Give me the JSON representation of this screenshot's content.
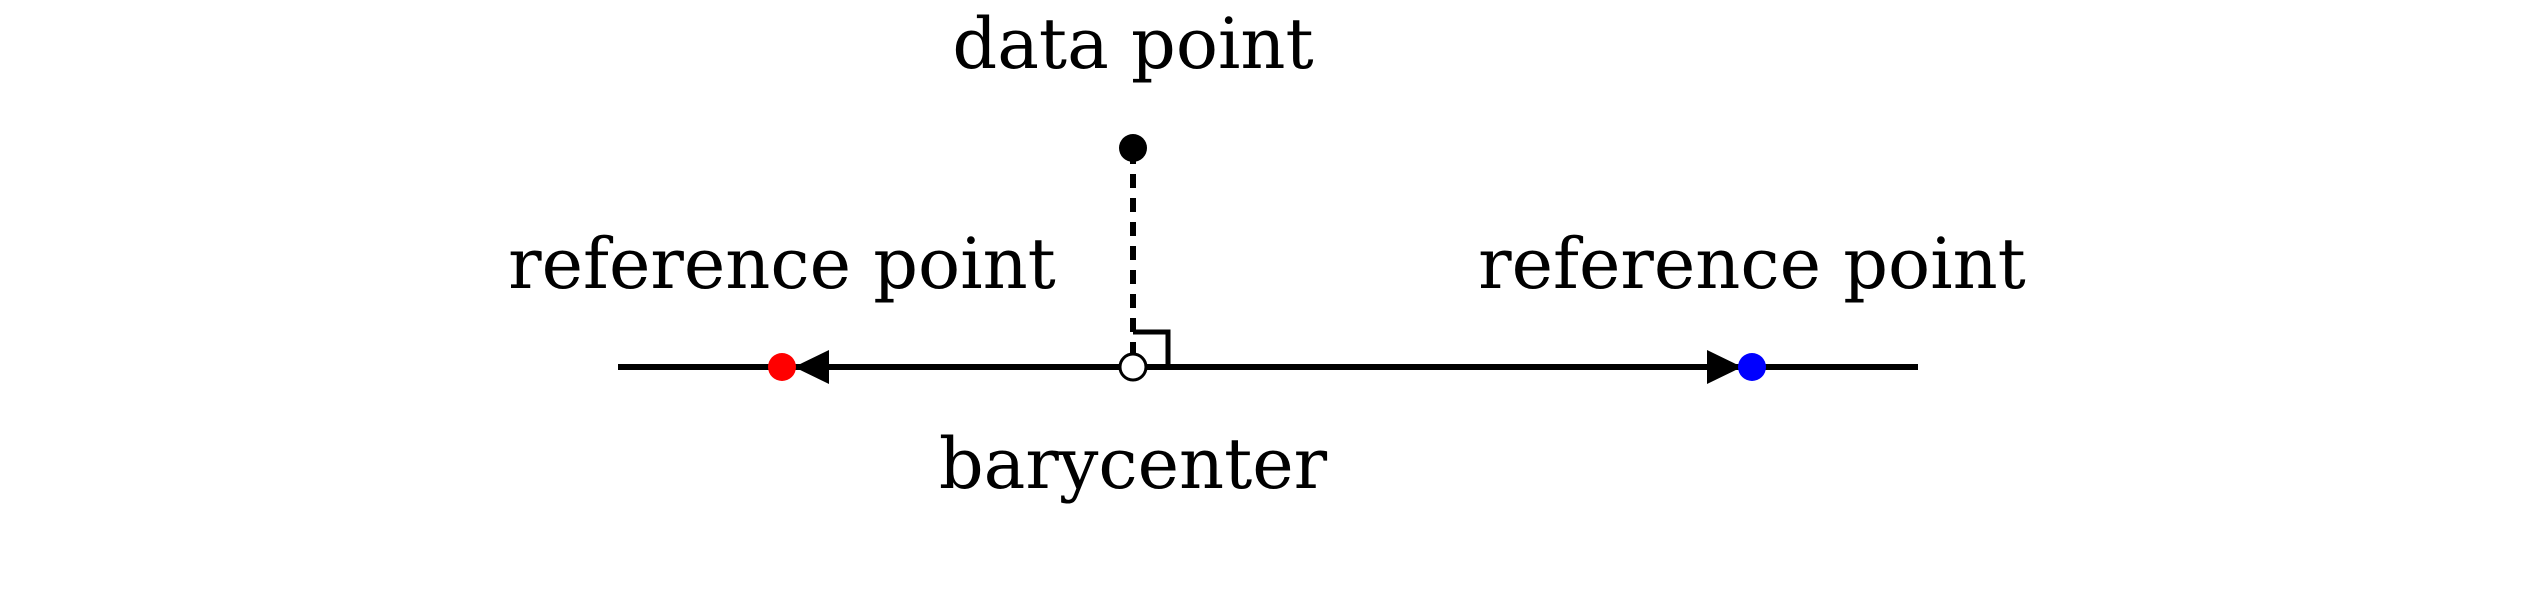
{
  "labels": {
    "data_point": "data point",
    "reference_point_left": "reference point",
    "reference_point_right": "reference point",
    "barycenter": "barycenter"
  },
  "colors": {
    "line": "#000000",
    "data_point": "#000000",
    "reference_left": "#ff0000",
    "reference_right": "#0000ff",
    "barycenter_fill": "#ffffff",
    "barycenter_stroke": "#000000"
  }
}
